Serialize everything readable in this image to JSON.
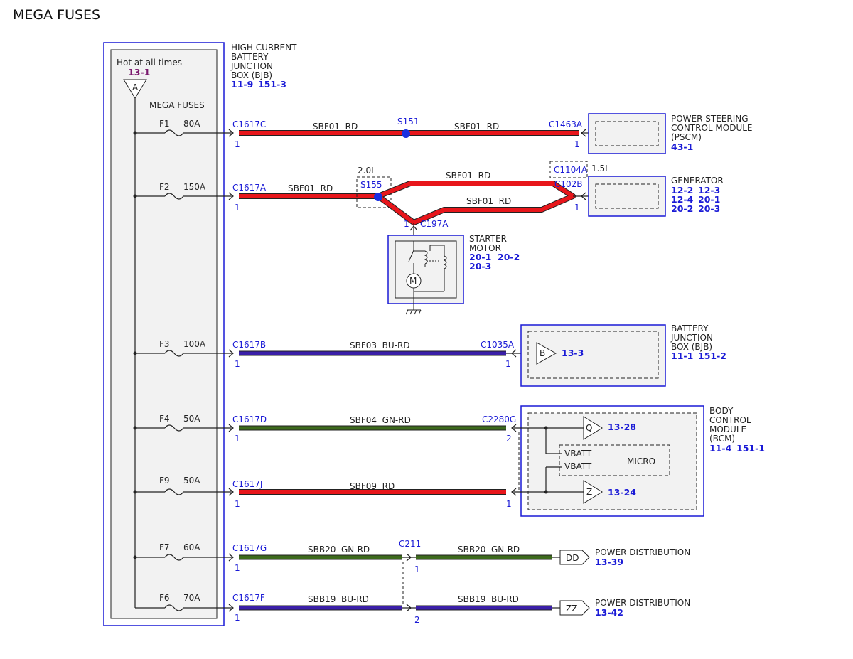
{
  "page_title": "MEGA FUSES",
  "bjb_high": {
    "lines": [
      "HIGH CURRENT",
      "BATTERY",
      "JUNCTION",
      "BOX (BJB)"
    ],
    "refs": [
      "11-9",
      "151-3"
    ]
  },
  "hot_label": "Hot at all times",
  "hot_ref": "13-1",
  "hot_connector": "A",
  "fuses_label": "MEGA FUSES",
  "fuses": [
    {
      "id": "F1",
      "amps": "80A"
    },
    {
      "id": "F2",
      "amps": "150A"
    },
    {
      "id": "F3",
      "amps": "100A"
    },
    {
      "id": "F4",
      "amps": "50A"
    },
    {
      "id": "F9",
      "amps": "50A"
    },
    {
      "id": "F7",
      "amps": "60A"
    },
    {
      "id": "F6",
      "amps": "70A"
    }
  ],
  "circuits": {
    "r1": {
      "conn": "C1617C",
      "pin": "1",
      "wire_a": "SBF01  RD",
      "splice": "S151",
      "wire_b": "SBF01  RD",
      "end_conn": "C1463A",
      "end_pin": "1"
    },
    "r2": {
      "conn": "C1617A",
      "pin": "1",
      "wire_a": "SBF01  RD",
      "engine_2": "2.0L",
      "splice": "S155",
      "wire_upper": "SBF01  RD",
      "wire_lower": "SBF01  RD",
      "alt_conn": "C1104A",
      "engine_15": "1.5L",
      "end_conn": "C102B",
      "end_pin": "1",
      "starter_conn": "C197A",
      "starter_pin": "1"
    },
    "r3": {
      "conn": "C1617B",
      "pin": "1",
      "wire": "SBF03  BU-RD",
      "end_conn": "C1035A",
      "end_pin": "1"
    },
    "r4": {
      "conn": "C1617D",
      "pin": "1",
      "wire": "SBF04  GN-RD",
      "end_conn": "C2280G",
      "end_pin": "2"
    },
    "r5": {
      "conn": "C1617J",
      "pin": "1",
      "wire": "SBF09  RD",
      "end_pin": "1"
    },
    "r6": {
      "conn": "C1617G",
      "pin": "1",
      "wire_a": "SBB20  GN-RD",
      "mid_conn": "C211",
      "mid_pin": "1",
      "wire_b": "SBB20  GN-RD"
    },
    "r7": {
      "conn": "C1617F",
      "pin": "1",
      "wire_a": "SBB19  BU-RD",
      "mid_pin": "2",
      "wire_b": "SBB19  BU-RD"
    }
  },
  "pscm": {
    "lines": [
      "POWER STEERING",
      "CONTROL MODULE",
      "(PSCM)"
    ],
    "ref": "43-1"
  },
  "generator": {
    "name": "GENERATOR",
    "refs": [
      "12-2",
      "12-3",
      "12-4",
      "20-1",
      "20-2",
      "20-3"
    ]
  },
  "starter": {
    "lines": [
      "STARTER",
      "MOTOR"
    ],
    "refs": [
      "20-1",
      "20-2",
      "20-3"
    ],
    "motor_letter": "M"
  },
  "bjb": {
    "lines": [
      "BATTERY",
      "JUNCTION",
      "BOX (BJB)"
    ],
    "refs": [
      "11-1",
      "151-2"
    ],
    "connector": "B",
    "connector_ref": "13-3"
  },
  "bcm": {
    "lines": [
      "BODY",
      "CONTROL",
      "MODULE",
      "(BCM)"
    ],
    "refs": [
      "11-4",
      "151-1"
    ],
    "vbatt_1": "VBATT",
    "vbatt_2": "VBATT",
    "micro": "MICRO",
    "conn_q": "Q",
    "ref_q": "13-28",
    "conn_z": "Z",
    "ref_z": "13-24"
  },
  "pd1": {
    "conn": "DD",
    "label": "POWER DISTRIBUTION",
    "ref": "13-39"
  },
  "pd2": {
    "conn": "ZZ",
    "label": "POWER DISTRIBUTION",
    "ref": "13-42"
  },
  "colors": {
    "red": "#e8161b",
    "blue_wire": "#3a1fa8",
    "green_wire": "#3d6a1c",
    "border": "#1a1ad6",
    "panel": "#f2f2f2"
  }
}
